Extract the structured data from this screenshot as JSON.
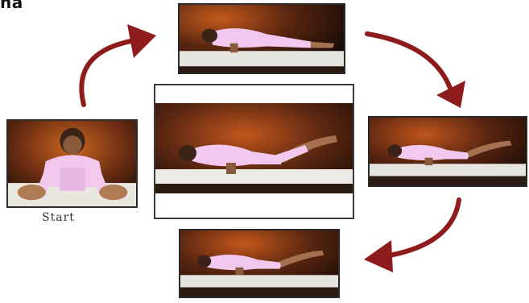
{
  "title_fragment": "na",
  "start_label": "Start",
  "colors": {
    "arrow": "#8e1c1c",
    "backdrop_dark": "#2a140c",
    "backdrop_warm": "#b3501d",
    "garment": "#f2c8ee",
    "mat": "#ecebe6"
  },
  "steps": [
    {
      "icon": "yoga-pose-kneeling-photo"
    },
    {
      "icon": "yoga-pose-plank-prep-photo"
    },
    {
      "icon": "yoga-pose-arm-balance-photo"
    },
    {
      "icon": "yoga-pose-arm-balance-photo"
    },
    {
      "icon": "yoga-pose-arm-balance-photo"
    }
  ]
}
